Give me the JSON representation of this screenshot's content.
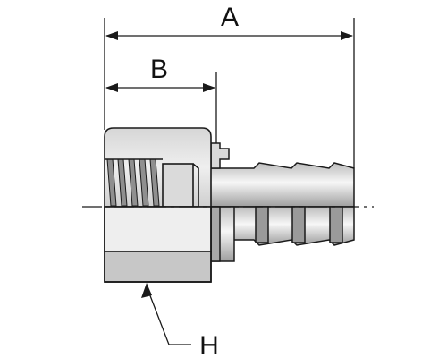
{
  "dimensions": {
    "a_label": "A",
    "b_label": "B",
    "h_label": "H"
  },
  "colors": {
    "outline": "#1a1a1a",
    "body_fill": "#e6e6e6",
    "body_shade": "#c4c4c4",
    "section_fill": "#b3b3b3",
    "dark_shade": "#8a8a8a"
  }
}
